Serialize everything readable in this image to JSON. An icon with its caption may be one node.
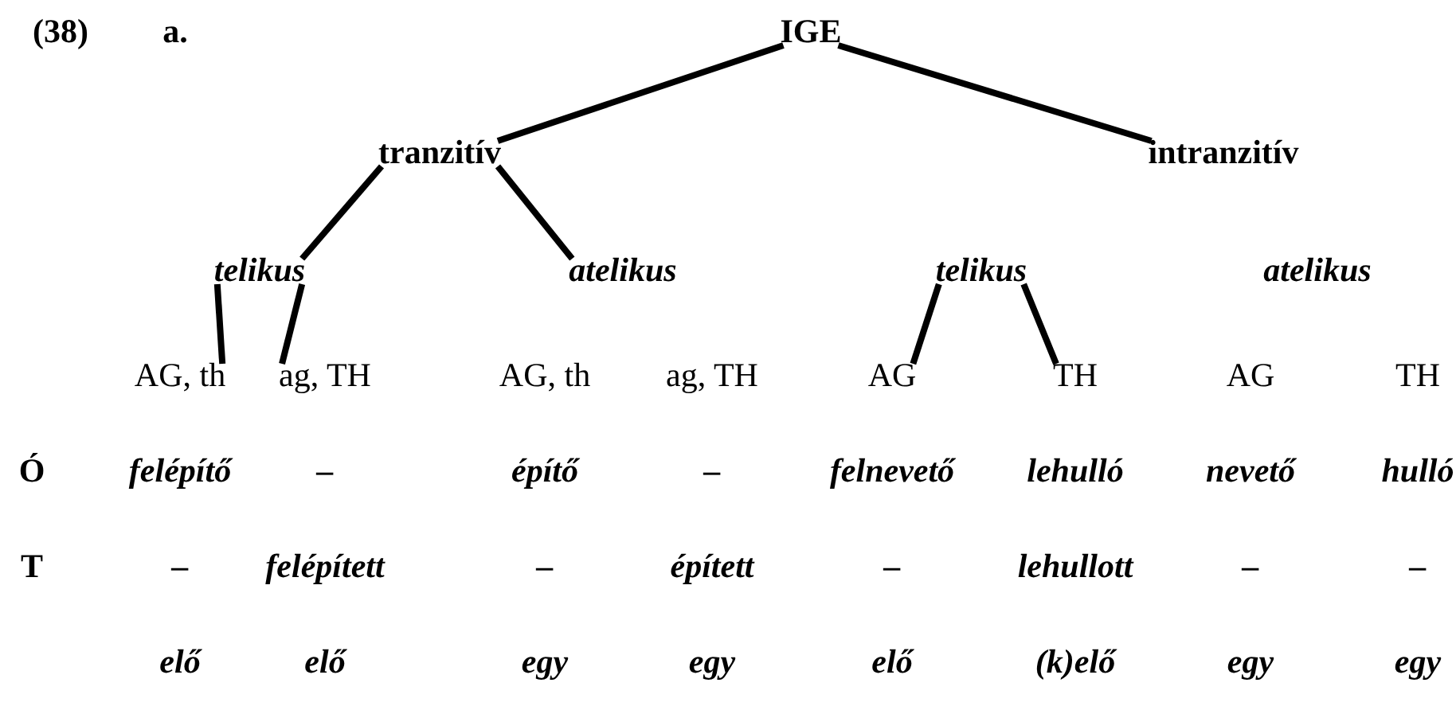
{
  "diagram": {
    "nodes": [
      {
        "text": [
          "IGE"
        ]
      },
      {
        "text": [
          "tranzitív"
        ]
      },
      {
        "text": [
          "intranzitív"
        ]
      },
      {
        "text": [
          "telikus"
        ]
      },
      {
        "text": [
          "atelikus"
        ]
      },
      {
        "text": [
          "telikus"
        ]
      },
      {
        "text": [
          "atelikus"
        ]
      },
      {
        "text": [
          "AG, th"
        ]
      },
      {
        "text": [
          "ag, TH"
        ]
      },
      {
        "text": [
          "AG, th"
        ]
      },
      {
        "text": [
          "ag, TH"
        ]
      },
      {
        "text": [
          "AG"
        ]
      },
      {
        "text": [
          "TH"
        ]
      },
      {
        "text": [
          "AG"
        ]
      },
      {
        "text": [
          "TH"
        ]
      }
    ],
    "edges": [
      {
        "from": 0,
        "to": 1,
        "arrow": "none"
      },
      {
        "from": 0,
        "to": 2,
        "arrow": "none"
      },
      {
        "from": 1,
        "to": 3,
        "arrow": "none"
      },
      {
        "from": 1,
        "to": 4,
        "arrow": "none"
      },
      {
        "from": 3,
        "to": 7,
        "arrow": "none"
      },
      {
        "from": 3,
        "to": 8,
        "arrow": "none"
      },
      {
        "from": 5,
        "to": 11,
        "arrow": "none"
      },
      {
        "from": 5,
        "to": 12,
        "arrow": "none"
      }
    ],
    "labels": [
      "(38)",
      "a.",
      "Ó",
      "felépítő",
      "–",
      "építő",
      "–",
      "felnevető",
      "lehulló",
      "nevető",
      "hulló",
      "T",
      "–",
      "felépített",
      "–",
      "épített",
      "–",
      "lehullott",
      "–",
      "–",
      "elő",
      "elő",
      "egy",
      "egy",
      "elő",
      "(k)elő",
      "egy",
      "egy"
    ]
  }
}
